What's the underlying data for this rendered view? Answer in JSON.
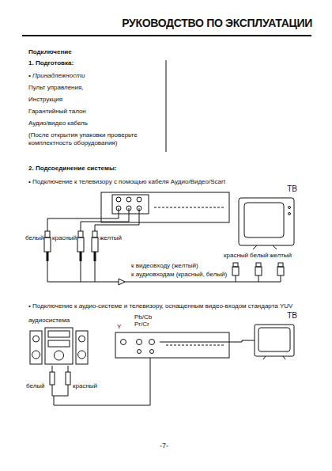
{
  "diagram": {
    "title": "РУКОВОДСТВО ПО ЭКСПЛУАТАЦИИ",
    "nodes": [
      {
        "text": [
          "ТВ"
        ]
      },
      {
        "text": [
          "аудиосистема"
        ]
      },
      {
        "text": [
          "Y",
          "Pb/Cb",
          "Pr/Cr"
        ]
      },
      {
        "text": [
          "ТВ"
        ]
      }
    ],
    "edges": [
      {
        "from": 2,
        "to": 1,
        "arrow": "none"
      },
      {
        "from": 2,
        "to": 3,
        "arrow": "none"
      }
    ],
    "labels": [
      "Подключение",
      "1. Подготовка:",
      "• Принадлежности",
      "Пульт управления,",
      "Инструкция",
      "Гарантийный талон",
      "Аудио/видео кабель",
      "(После открытия упаковки проверьте комплектность оборудования)",
      "2. Подсоединение системы:",
      "• Подключение к телевизору с помощью кабеля Аудио/Видео/Scart",
      "белый",
      "красный",
      "желтый",
      "красный",
      "белый",
      "желтый",
      "к видеовходу (желтый)",
      "к аудиовходам (красный, белый)",
      "• Подключение к аудио-системе и телевизору, оснащенным видео-входом стандарта YUV",
      "белый",
      "красный",
      "-7-"
    ]
  }
}
